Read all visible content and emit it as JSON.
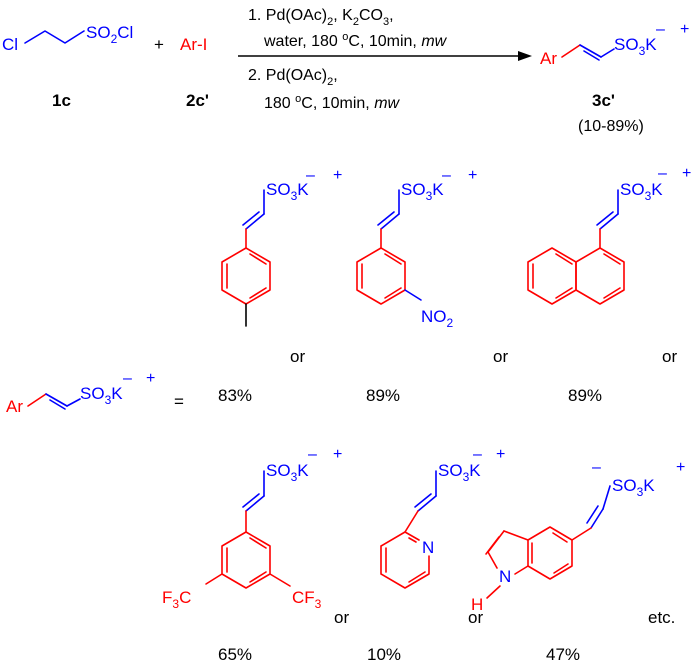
{
  "reaction": {
    "reagent1": {
      "prefix": "Cl",
      "group": "SO",
      "sub": "2",
      "suffix": "Cl",
      "id": "1c"
    },
    "plus": "+",
    "reagent2": {
      "text": "Ar-I",
      "id": "2c'"
    },
    "conditions": {
      "step1_line1_a": "1. Pd(OAc)",
      "step1_line1_sub": "2",
      "step1_line1_b": ", K",
      "step1_line1_sub2": "2",
      "step1_line1_c": "CO",
      "step1_line1_sub3": "3",
      "step1_line1_d": ",",
      "step1_line2_a": "water, 180 ",
      "step1_line2_sup": "o",
      "step1_line2_b": "C, 10min, ",
      "step1_line2_mw": "mw",
      "step2_line1_a": "2. Pd(OAc)",
      "step2_line1_sub": "2",
      "step2_line1_b": ",",
      "step2_line2_a": "180 ",
      "step2_line2_sup": "o",
      "step2_line2_b": "C, 10min, ",
      "step2_line2_mw": "mw"
    },
    "product": {
      "ar": "Ar",
      "so": "SO",
      "sub3": "3",
      "k": "K",
      "minus": "–",
      "plusch": "+",
      "id": "3c'",
      "yield_range": "(10-89%)"
    }
  },
  "definition": {
    "ar": "Ar",
    "so": "SO",
    "sub3": "3",
    "k": "K",
    "minus": "–",
    "plusch": "+",
    "equals": "="
  },
  "salt_label": {
    "so": "SO",
    "sub3": "3",
    "k": "K",
    "minus": "–",
    "plusch": "+"
  },
  "substituents": {
    "no2_a": "NO",
    "no2_sub": "2",
    "cf3_left_a": "F",
    "cf3_left_sub": "3",
    "cf3_left_b": "C",
    "cf3_right_a": "CF",
    "cf3_right_sub": "3",
    "pyridine_n": "N",
    "indole_n": "N",
    "indole_h": "H"
  },
  "connectors": {
    "or": "or",
    "etc": "etc."
  },
  "yields": {
    "tolyl": "83%",
    "nitrophenyl": "89%",
    "naphthyl": "89%",
    "bis_cf3_phenyl": "65%",
    "pyridyl": "10%",
    "indolyl": "47%"
  }
}
